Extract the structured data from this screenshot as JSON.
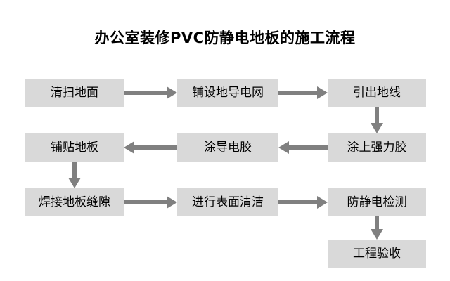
{
  "title": "办公室装修PVC防静电地板的施工流程",
  "flowchart": {
    "nodes": {
      "n1": "清扫地面",
      "n2": "铺设地导电网",
      "n3": "引出地线",
      "n4": "涂上强力胶",
      "n5": "涂导电胶",
      "n6": "铺贴地板",
      "n7": "焊接地板缝隙",
      "n8": "进行表面清洁",
      "n9": "防静电检测",
      "n10": "工程验收"
    },
    "colors": {
      "node_fill": "#d9d9d9",
      "connector": "#808080",
      "text": "#000000",
      "background": "#ffffff"
    }
  }
}
